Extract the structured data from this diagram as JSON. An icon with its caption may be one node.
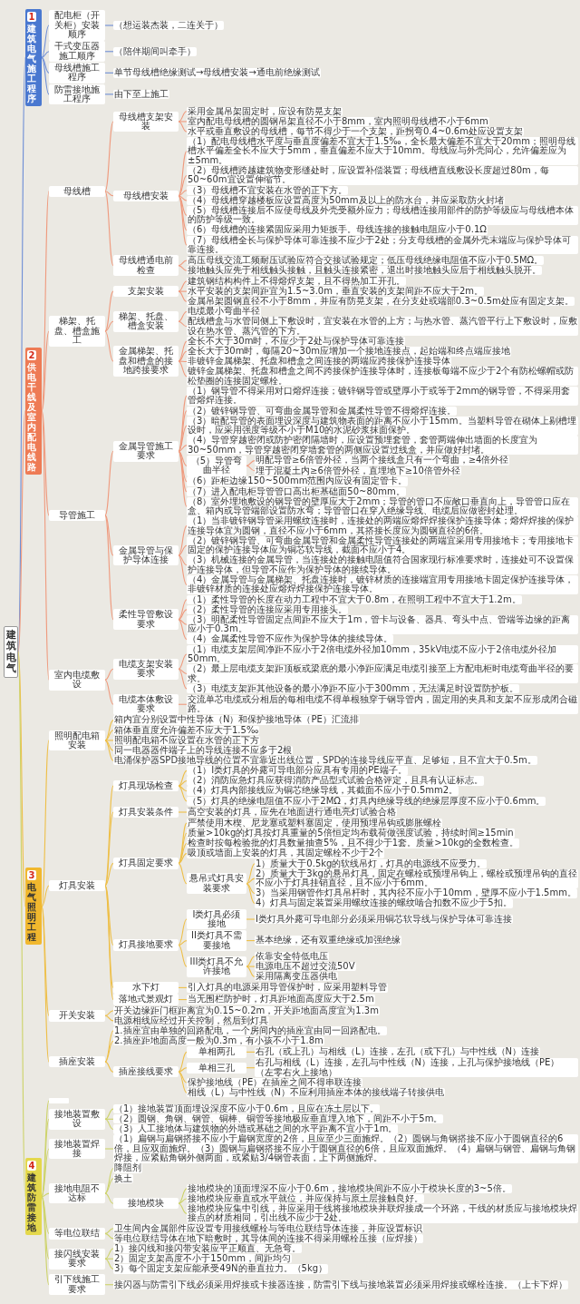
{
  "diagram": {
    "nodes": [
      {
        "text": [
          "建筑电气"
        ]
      },
      {
        "text": [
          "1",
          "建筑电气施工程序"
        ]
      },
      {
        "text": [
          "配电柜（开关柜）安装顺序"
        ]
      },
      {
        "text": [
          "（想运装杰装，二连关于）"
        ]
      },
      {
        "text": [
          "干式变压器施工顺序"
        ]
      },
      {
        "text": [
          "（陪伴期间叫牵手）"
        ]
      },
      {
        "text": [
          "母线槽施工程序"
        ]
      },
      {
        "text": [
          "单节母线槽绝缘测试→母线槽安装→通电前绝缘测试"
        ]
      },
      {
        "text": [
          "防雷接地施工程序"
        ]
      },
      {
        "text": [
          "由下至上施工"
        ]
      },
      {
        "text": [
          "2",
          "供电干线及室内配电线路"
        ]
      },
      {
        "text": [
          "母线槽"
        ]
      },
      {
        "text": [
          "母线槽支架安装"
        ]
      },
      {
        "text": [
          "采用金属吊架固定时，应设有防晃支架"
        ]
      },
      {
        "text": [
          "室内配电母线槽的圆钢吊架直径不小于8mm，室内照明母线槽不小于6mm"
        ]
      },
      {
        "text": [
          "水平或垂直敷设的母线槽，每节不得少于一个支架，距拐弯0.4~0.6m处应设置支架"
        ]
      },
      {
        "text": [
          "母线槽安装"
        ]
      },
      {
        "text": [
          "（1）配电母线槽水平度与垂直度偏差不宜大于1.5‰，全长最大偏差不宜大于20mm；照明母线槽水平偏差全长不应大于5mm，垂直偏差不应大于10mm。母线应与外壳同心，允许偏差应为±5mm。"
        ]
      },
      {
        "text": [
          "（2）母线槽跨越建筑物变形缝处时，应设置补偿装置；母线槽直线敷设长度超过80m，每50~60m宜设置伸缩节。"
        ]
      },
      {
        "text": [
          "（3）母线槽不宜安装在水管的正下方。"
        ]
      },
      {
        "text": [
          "（4）母线槽穿越楼板应设置高度为50mm及以上的防水台，并应采取防火封堵"
        ]
      },
      {
        "text": [
          "（5）母线槽连接后不应使母线及外壳受额外应力；母线槽连接用部件的防护等级应与母线槽本体的防护等级一致。"
        ]
      },
      {
        "text": [
          "（6）母线槽的连接紧固应采用力矩扳手。母线连接的接触电阻应小于0.1Ω"
        ]
      },
      {
        "text": [
          "（7）母线槽全长与保护导体可靠连接不应少于2处；分支母线槽的金属外壳末端应与保护导体可靠连接。"
        ]
      },
      {
        "text": [
          "母线槽通电前检查"
        ]
      },
      {
        "text": [
          "高压母线交流工频耐压试验应符合交接试验规定；低压母线绝缘电阻值不应小于0.5MΩ。"
        ]
      },
      {
        "text": [
          "接地触头应先于相线触头接触，且触头连接紧密，退出时接地触头应后于相线触头脱开。"
        ]
      },
      {
        "text": [
          "梯架、托盘、槽盒施工"
        ]
      },
      {
        "text": [
          "支架安装"
        ]
      },
      {
        "text": [
          "建筑钢结构构件上不得熔焊支架，且不得热加工开孔。"
        ]
      },
      {
        "text": [
          "水平安装的支架间距宜为1.5~3.0m，垂直安装的支架间距不应大于2m。"
        ]
      },
      {
        "text": [
          "金属吊架圆钢直径不小于8mm，并应有防晃支架，在分支处或端部0.3~0.5m处应有固定支架。"
        ]
      },
      {
        "text": [
          "梯架、托盘、槽盒安装"
        ]
      },
      {
        "text": [
          "电缆最小弯曲半径"
        ]
      },
      {
        "text": [
          "配线槽盒与水管同侧上下敷设时，宜安装在水管的上方；与热水管、蒸汽管平行上下敷设时，应敷设在热水管、蒸汽管的下方。"
        ]
      },
      {
        "text": [
          "金属梯架、托盘和槽盒的接地跨接要求"
        ]
      },
      {
        "text": [
          "全长不大于30m时，不应少于2处与保护导体可靠连接"
        ]
      },
      {
        "text": [
          "全长大于30m时，每隔20~30m应增加一个接地连接点，起始端和终点端应接地"
        ]
      },
      {
        "text": [
          "非镀锌金属梯架、托盘和槽盒之间连接的两端应跨接保护连接导体"
        ]
      },
      {
        "text": [
          "镀锌金属梯架、托盘和槽盒之间不跨接保护连接导体时，连接板每端不应少于2个有防松螺帽或防松垫圈的连接固定螺栓。"
        ]
      },
      {
        "text": [
          "导管施工"
        ]
      },
      {
        "text": [
          "金属导管施工要求"
        ]
      },
      {
        "text": [
          "（1）钢导管不得采用对口熔焊连接；镀锌钢导管或壁厚小于或等于2mm的钢导管，不得采用套管熔焊连接。"
        ]
      },
      {
        "text": [
          "（2）镀锌钢导管、可弯曲金属导管和金属柔性导管不得熔焊连接。"
        ]
      },
      {
        "text": [
          "（3）暗配导管的表面埋设深度与建筑物表面的距离不应小于15mm。当塑料导管在砌体上剔槽埋设时，应采用强度等级不小于M10的水泥砂浆抹面保护。"
        ]
      },
      {
        "text": [
          "（4）导管穿越密闭或防护密闭隔墙时，应设置预埋套管，套管两端伸出墙面的长度宜为30~50mm，导管穿越密闭穿墙套管的两侧应设置过线盒，并应做好封堵。"
        ]
      },
      {
        "text": [
          "（5）导管弯曲半径"
        ]
      },
      {
        "text": [
          "明配导管≥6倍管外径，当两个接线盒只有一个弯曲，≥4倍外径"
        ]
      },
      {
        "text": [
          "埋于混凝土内≥6倍管外径，直埋地下≥10倍管外径"
        ]
      },
      {
        "text": [
          "（6）距柜边缘150~500mm范围内应设有固定管卡。"
        ]
      },
      {
        "text": [
          "（7）进入配电柜导管管口高出柜基础面50~80mm。"
        ]
      },
      {
        "text": [
          "（8）室外埋地敷设的钢导管的壁厚应大于2mm；导管的管口不应敞口垂直向上，导管管口应在盒、箱内或导管端部设置防水弯；导管管口在穿入绝缘导线、电缆后应做密封处理。"
        ]
      },
      {
        "text": [
          "金属导管与保护导体连接"
        ]
      },
      {
        "text": [
          "（1）当非镀锌钢导管采用螺纹连接时，连接处的两端应熔焊焊接保护连接导体；熔焊焊接的保护连接导体宜为圆钢，直径不应小于6mm，其搭接长度应为圆钢直径的6倍。"
        ]
      },
      {
        "text": [
          "（2）镀锌钢导管、可弯曲金属导管和金属柔性导管连接处的两端宜采用专用接地卡；专用接地卡固定的保护连接导体应为铜芯软导线，截面不应小于4。"
        ]
      },
      {
        "text": [
          "（3）机械连接的金属导管，当连接处的接触电阻值符合国家现行标准要求时，连接处可不设置保护连接导体，但导管不应作为保护导体的接续导体。"
        ]
      },
      {
        "text": [
          "（4）金属导管与金属梯架、托盘连接时，镀锌材质的连接端宜用专用接地卡固定保护连接导体，非镀锌材质的连接处应熔焊焊接保护连接导体。"
        ]
      },
      {
        "text": [
          "柔性导管敷设要求"
        ]
      },
      {
        "text": [
          "（1）柔性导管的长度在动力工程中不宜大于0.8m，在照明工程中不宜大于1.2m。"
        ]
      },
      {
        "text": [
          "（2）柔性导管的连接应采用专用接头。"
        ]
      },
      {
        "text": [
          "（3）明配柔性导管固定点间距不应大于1m，管卡与设备、器具、弯头中点、管端等边缘的距离应小于0.3m。"
        ]
      },
      {
        "text": [
          "（4）金属柔性导管不应作为保护导体的接续导体。"
        ]
      },
      {
        "text": [
          "室内电缆敷设"
        ]
      },
      {
        "text": [
          "电缆支架安装要求"
        ]
      },
      {
        "text": [
          "（1）电缆支架层间净距不应小于2倍电缆外径加10mm，35kV电缆不应小于2倍电缆外径加50mm。"
        ]
      },
      {
        "text": [
          "（2）最上层电缆支架距顶板或梁底的最小净距应满足电缆引接至上方配电柜时电缆弯曲半径的要求。"
        ]
      },
      {
        "text": [
          "（3）电缆支架距其他设备的最小净距不应小于300mm，无法满足时设置防护板。"
        ]
      },
      {
        "text": [
          "电缆本体敷设要求"
        ]
      },
      {
        "text": [
          "交流单芯电缆或分相后的每相电缆不得单根独穿于钢导管内，固定用的夹具和支架不应形成闭合磁路。"
        ]
      },
      {
        "text": [
          "3",
          "电气照明工程"
        ]
      },
      {
        "text": [
          "照明配电箱安装"
        ]
      },
      {
        "text": [
          "箱内宜分别设置中性导体（N）和保护接地导体（PE）汇流排"
        ]
      },
      {
        "text": [
          "箱体垂直度允许偏差不应大于1.5‰"
        ]
      },
      {
        "text": [
          "照明配电箱不应设置在水管的正下方"
        ]
      },
      {
        "text": [
          "同一电器器件端子上的导线连接不应多于2根"
        ]
      },
      {
        "text": [
          "电涌保护器SPD接地导线的位置不宜靠近出线位置，SPD的连接导线应平直、足够短，且不宜大于0.5m。"
        ]
      },
      {
        "text": [
          "灯具安装"
        ]
      },
      {
        "text": [
          "灯具现场检查"
        ]
      },
      {
        "text": [
          "（1）I类灯具的外露可导电部分应具有专用的PE端子。"
        ]
      },
      {
        "text": [
          "（2）消防应急灯具应获得消防产品型式试验合格评定，且具有认证标志。"
        ]
      },
      {
        "text": [
          "（4）灯具内部接线应为铜芯绝缘导线，其截面不应小于0.5mm2。"
        ]
      },
      {
        "text": [
          "（5）灯具的绝缘电阻值不应小于2MΩ，灯具内绝缘导线的绝缘层厚度不应小于0.6mm。"
        ]
      },
      {
        "text": [
          "灯具安装条件"
        ]
      },
      {
        "text": [
          "高空安装的灯具，应先在地面进行通电亮灯试验合格"
        ]
      },
      {
        "text": [
          "灯具固定要求"
        ]
      },
      {
        "text": [
          "严禁使用木楔、尼龙塞或塑料塞固定，使用预埋吊钩或膨胀螺栓"
        ]
      },
      {
        "text": [
          "质量>10kg的灯具按灯具重量的5倍恒定均布载荷做强度试验，持续时间≥15min"
        ]
      },
      {
        "text": [
          "检查时按每检验批的灯具数量抽查5%，且不得少于1套。质量>10kg的全数检查。"
        ]
      },
      {
        "text": [
          "吸顶或墙面上安装的灯具，其固定螺栓不少于2个"
        ]
      },
      {
        "text": [
          "悬吊式灯具安装要求"
        ]
      },
      {
        "text": [
          "1）质量大于0.5kg的软线吊灯，灯具的电源线不应受力。"
        ]
      },
      {
        "text": [
          "2）质量大于3kg的悬吊灯具，固定在螺栓或预埋吊钩上，螺栓或预埋吊钩的直径不应小于灯具挂销直径，且不应小于6mm。"
        ]
      },
      {
        "text": [
          "3）当采用钢管作灯具吊杆时，其内径不应小于10mm，壁厚不应小于1.5mm。"
        ]
      },
      {
        "text": [
          "4）灯具与固定装置采用螺纹连接的螺纹啮合扣数不应少于5扣。"
        ]
      },
      {
        "text": [
          "灯具接地要求"
        ]
      },
      {
        "text": [
          "I类灯具必须接地"
        ]
      },
      {
        "text": [
          "I类灯具外露可导电部分必须采用铜芯软导线与保护导体可靠连接"
        ]
      },
      {
        "text": [
          "II类灯具不需要接地"
        ]
      },
      {
        "text": [
          "基本绝缘，还有双重绝缘或加强绝缘"
        ]
      },
      {
        "text": [
          "III类灯具不允许接地"
        ]
      },
      {
        "text": [
          "依靠安全特低电压"
        ]
      },
      {
        "text": [
          "电源电压不超过交流50V"
        ]
      },
      {
        "text": [
          "采用隔离变压器供电"
        ]
      },
      {
        "text": [
          "水下灯"
        ]
      },
      {
        "text": [
          "引入灯具的电源采用导管保护时，应采用塑料导管"
        ]
      },
      {
        "text": [
          "落地式景观灯"
        ]
      },
      {
        "text": [
          "当无围栏防护时，灯具距地面高度应大于2.5m"
        ]
      },
      {
        "text": [
          "开关安装"
        ]
      },
      {
        "text": [
          "开关边缘距门框距离宜为0.15~0.2m，开关距地面高度宜为1.3m"
        ]
      },
      {
        "text": [
          "电源相线应经过开关控制，然后到灯具"
        ]
      },
      {
        "text": [
          "插座安装"
        ]
      },
      {
        "text": [
          "1.插座宜由单独的回路配电，一个房间内的插座宜由同一回路配电。"
        ]
      },
      {
        "text": [
          "2.插座距地面高度一般为0.3m，有小孩不小于1.8m"
        ]
      },
      {
        "text": [
          "插座接线要求"
        ]
      },
      {
        "text": [
          "单相两孔"
        ]
      },
      {
        "text": [
          "右孔（或上孔）与相线（L）连接，左孔（或下孔）与中性线（N）连接"
        ]
      },
      {
        "text": [
          "单相三孔"
        ]
      },
      {
        "text": [
          "右孔与相线（L）连接，左孔与中性线（N）连接，上孔与保护接地线（PE）（左零右火上接地）"
        ]
      },
      {
        "text": [
          "保护接地线（PE）在插座之间不得串联连接"
        ]
      },
      {
        "text": [
          "相线（L）与中性线（N）不应利用插座本体的接线端子转接供电"
        ]
      },
      {
        "text": [
          "4",
          "建筑防雷接地"
        ]
      },
      {
        "text": [],
        "shape": "box"
      },
      {
        "text": [
          "接地装置敷设"
        ]
      },
      {
        "text": [
          "（1）接地装置顶面埋设深度不应小于0.6m，且应在冻土层以下。"
        ]
      },
      {
        "text": [
          "（2）圆钢、角钢、钢管、铜棒、铜管等接地极应垂直埋入地下，间距不小于5m。"
        ]
      },
      {
        "text": [
          "（3）人工接地体与建筑物的外墙或基础之间的水平距离不宜小于1m。"
        ]
      },
      {
        "text": [
          "接地装置焊接"
        ]
      },
      {
        "text": [
          "（1）扁钢与扁钢搭接不应小于扁钢宽度的2倍，且应至少三面施焊。（2）圆钢与角钢搭接不应小于圆钢直径的6倍，且应双面施焊。（3）圆钢与扁钢搭接不应小于圆钢直径的6倍，且应双面施焊。（4）扁钢与钢管、扁钢与角钢焊接，应紧贴角钢外侧两面，或紧贴3/4钢管表面，上下两侧施焊。"
        ]
      },
      {
        "text": [
          "接地电阻不达标"
        ]
      },
      {
        "text": [
          "降阻剂"
        ]
      },
      {
        "text": [
          "换土"
        ]
      },
      {
        "text": [
          "接地模块"
        ]
      },
      {
        "text": [
          "接地模块的顶面埋深不应小于0.6m，接地模块间距不应小于模块长度的3~5倍。"
        ]
      },
      {
        "text": [
          "接地模块应垂直或水平就位，并应保持与原土层接触良好。"
        ]
      },
      {
        "text": [
          "接地模块应集中引线，并应采用干线将接地模块并联焊接成一个环路，干线的材质应与接地模块焊接点的材质相同，引出线不应少于2处。"
        ]
      },
      {
        "text": [
          "等电位联结"
        ]
      },
      {
        "text": [
          "卫生间内金属部件应设置专用接线螺栓与等电位联结导体连接，并应设置标识"
        ]
      },
      {
        "text": [
          "等电位联结导体在地下暗敷时，其导体间的连接不得采用螺栓压接（应焊接）"
        ]
      },
      {
        "text": [
          "接闪线安装要求"
        ]
      },
      {
        "text": [
          "1）接闪线和接闪带安装应平正顺直、无急弯。"
        ]
      },
      {
        "text": [
          "2）固定支架高度不小于150mm，间距均匀"
        ]
      },
      {
        "text": [
          "3）每个固定支架应能承受49N的垂直拉力。（5kg）"
        ]
      },
      {
        "text": [
          "引下线施工要求"
        ]
      },
      {
        "text": [
          "接闪器与防雷引下线必须采用焊接或卡接器连接，防雷引下线与接地装置必须采用焊接或螺栓连接。（上卡下焊）"
        ]
      }
    ],
    "edges": [
      {
        "from": 0,
        "to": 1,
        "arrow": "none",
        "color": "#6f8fd6"
      },
      {
        "from": 1,
        "to": 2,
        "arrow": "none",
        "color": "#6f8fd6"
      },
      {
        "from": 2,
        "to": 3,
        "arrow": "none",
        "color": "#6f8fd6"
      },
      {
        "from": 1,
        "to": 4,
        "arrow": "none",
        "color": "#6f8fd6"
      },
      {
        "from": 4,
        "to": 5,
        "arrow": "none",
        "color": "#6f8fd6"
      },
      {
        "from": 1,
        "to": 6,
        "arrow": "none",
        "color": "#6f8fd6"
      },
      {
        "from": 6,
        "to": 7,
        "arrow": "none",
        "color": "#6f8fd6"
      },
      {
        "from": 1,
        "to": 8,
        "arrow": "none",
        "color": "#6f8fd6"
      },
      {
        "from": 8,
        "to": 9,
        "arrow": "none",
        "color": "#6f8fd6"
      },
      {
        "from": 0,
        "to": 10,
        "arrow": "none"
      },
      {
        "from": 10,
        "to": 11,
        "arrow": "none"
      },
      {
        "from": 11,
        "to": 12,
        "arrow": "none"
      },
      {
        "from": 12,
        "to": 13,
        "arrow": "none"
      },
      {
        "from": 12,
        "to": 14,
        "arrow": "none"
      },
      {
        "from": 12,
        "to": 15,
        "arrow": "none"
      },
      {
        "from": 11,
        "to": 16,
        "arrow": "none"
      },
      {
        "from": 16,
        "to": 17,
        "arrow": "none"
      },
      {
        "from": 16,
        "to": 18,
        "arrow": "none"
      },
      {
        "from": 16,
        "to": 19,
        "arrow": "none"
      },
      {
        "from": 16,
        "to": 20,
        "arrow": "none"
      },
      {
        "from": 16,
        "to": 21,
        "arrow": "none"
      },
      {
        "from": 16,
        "to": 22,
        "arrow": "none"
      },
      {
        "from": 16,
        "to": 23,
        "arrow": "none"
      },
      {
        "from": 11,
        "to": 24,
        "arrow": "none"
      },
      {
        "from": 24,
        "to": 25,
        "arrow": "none"
      },
      {
        "from": 24,
        "to": 26,
        "arrow": "none"
      },
      {
        "from": 10,
        "to": 27,
        "arrow": "none"
      },
      {
        "from": 27,
        "to": 28,
        "arrow": "none"
      },
      {
        "from": 28,
        "to": 29,
        "arrow": "none"
      },
      {
        "from": 28,
        "to": 30,
        "arrow": "none"
      },
      {
        "from": 28,
        "to": 31,
        "arrow": "none"
      },
      {
        "from": 27,
        "to": 32,
        "arrow": "none"
      },
      {
        "from": 32,
        "to": 33,
        "arrow": "none"
      },
      {
        "from": 32,
        "to": 34,
        "arrow": "none"
      },
      {
        "from": 27,
        "to": 35,
        "arrow": "none"
      },
      {
        "from": 35,
        "to": 36,
        "arrow": "none"
      },
      {
        "from": 35,
        "to": 37,
        "arrow": "none"
      },
      {
        "from": 35,
        "to": 38,
        "arrow": "none"
      },
      {
        "from": 35,
        "to": 39,
        "arrow": "none"
      },
      {
        "from": 10,
        "to": 40,
        "arrow": "none"
      },
      {
        "from": 40,
        "to": 41,
        "arrow": "none"
      },
      {
        "from": 41,
        "to": 42,
        "arrow": "none"
      },
      {
        "from": 41,
        "to": 43,
        "arrow": "none"
      },
      {
        "from": 41,
        "to": 44,
        "arrow": "none"
      },
      {
        "from": 41,
        "to": 45,
        "arrow": "none"
      },
      {
        "from": 41,
        "to": 46,
        "arrow": "none"
      },
      {
        "from": 46,
        "to": 47,
        "arrow": "none"
      },
      {
        "from": 46,
        "to": 48,
        "arrow": "none"
      },
      {
        "from": 41,
        "to": 49,
        "arrow": "none"
      },
      {
        "from": 41,
        "to": 50,
        "arrow": "none"
      },
      {
        "from": 41,
        "to": 51,
        "arrow": "none"
      },
      {
        "from": 40,
        "to": 52,
        "arrow": "none"
      },
      {
        "from": 52,
        "to": 53,
        "arrow": "none"
      },
      {
        "from": 52,
        "to": 54,
        "arrow": "none"
      },
      {
        "from": 52,
        "to": 55,
        "arrow": "none"
      },
      {
        "from": 52,
        "to": 56,
        "arrow": "none"
      },
      {
        "from": 40,
        "to": 57,
        "arrow": "none"
      },
      {
        "from": 57,
        "to": 58,
        "arrow": "none"
      },
      {
        "from": 57,
        "to": 59,
        "arrow": "none"
      },
      {
        "from": 57,
        "to": 60,
        "arrow": "none"
      },
      {
        "from": 57,
        "to": 61,
        "arrow": "none"
      },
      {
        "from": 10,
        "to": 62,
        "arrow": "none"
      },
      {
        "from": 62,
        "to": 63,
        "arrow": "none"
      },
      {
        "from": 63,
        "to": 64,
        "arrow": "none"
      },
      {
        "from": 63,
        "to": 65,
        "arrow": "none"
      },
      {
        "from": 63,
        "to": 66,
        "arrow": "none"
      },
      {
        "from": 62,
        "to": 67,
        "arrow": "none"
      },
      {
        "from": 67,
        "to": 68,
        "arrow": "none"
      },
      {
        "from": 0,
        "to": 69,
        "arrow": "none",
        "color": "#eebf48"
      },
      {
        "from": 69,
        "to": 70,
        "arrow": "none",
        "color": "#eebf48"
      },
      {
        "from": 70,
        "to": 71,
        "arrow": "none",
        "color": "#eebf48"
      },
      {
        "from": 70,
        "to": 72,
        "arrow": "none",
        "color": "#eebf48"
      },
      {
        "from": 70,
        "to": 73,
        "arrow": "none",
        "color": "#eebf48"
      },
      {
        "from": 70,
        "to": 74,
        "arrow": "none",
        "color": "#eebf48"
      },
      {
        "from": 70,
        "to": 75,
        "arrow": "none",
        "color": "#eebf48"
      },
      {
        "from": 69,
        "to": 76,
        "arrow": "none",
        "color": "#eebf48"
      },
      {
        "from": 76,
        "to": 77,
        "arrow": "none",
        "color": "#eebf48"
      },
      {
        "from": 77,
        "to": 78,
        "arrow": "none",
        "color": "#eebf48"
      },
      {
        "from": 77,
        "to": 79,
        "arrow": "none",
        "color": "#eebf48"
      },
      {
        "from": 77,
        "to": 80,
        "arrow": "none",
        "color": "#eebf48"
      },
      {
        "from": 77,
        "to": 81,
        "arrow": "none",
        "color": "#eebf48"
      },
      {
        "from": 76,
        "to": 82,
        "arrow": "none",
        "color": "#eebf48"
      },
      {
        "from": 82,
        "to": 83,
        "arrow": "none",
        "color": "#eebf48"
      },
      {
        "from": 76,
        "to": 84,
        "arrow": "none",
        "color": "#eebf48"
      },
      {
        "from": 84,
        "to": 85,
        "arrow": "none",
        "color": "#eebf48"
      },
      {
        "from": 84,
        "to": 86,
        "arrow": "none",
        "color": "#eebf48"
      },
      {
        "from": 84,
        "to": 87,
        "arrow": "none",
        "color": "#eebf48"
      },
      {
        "from": 84,
        "to": 88,
        "arrow": "none",
        "color": "#eebf48"
      },
      {
        "from": 84,
        "to": 89,
        "arrow": "none",
        "color": "#eebf48"
      },
      {
        "from": 89,
        "to": 90,
        "arrow": "none",
        "color": "#eebf48"
      },
      {
        "from": 89,
        "to": 91,
        "arrow": "none",
        "color": "#eebf48"
      },
      {
        "from": 89,
        "to": 92,
        "arrow": "none",
        "color": "#eebf48"
      },
      {
        "from": 89,
        "to": 93,
        "arrow": "none",
        "color": "#eebf48"
      },
      {
        "from": 76,
        "to": 94,
        "arrow": "none",
        "color": "#eebf48"
      },
      {
        "from": 94,
        "to": 95,
        "arrow": "none",
        "color": "#eebf48"
      },
      {
        "from": 95,
        "to": 96,
        "arrow": "none",
        "color": "#eebf48"
      },
      {
        "from": 94,
        "to": 97,
        "arrow": "none",
        "color": "#eebf48"
      },
      {
        "from": 97,
        "to": 98,
        "arrow": "none",
        "color": "#eebf48"
      },
      {
        "from": 94,
        "to": 99,
        "arrow": "none",
        "color": "#eebf48"
      },
      {
        "from": 99,
        "to": 100,
        "arrow": "none",
        "color": "#eebf48"
      },
      {
        "from": 99,
        "to": 101,
        "arrow": "none",
        "color": "#eebf48"
      },
      {
        "from": 99,
        "to": 102,
        "arrow": "none",
        "color": "#eebf48"
      },
      {
        "from": 76,
        "to": 103,
        "arrow": "none",
        "color": "#eebf48"
      },
      {
        "from": 103,
        "to": 104,
        "arrow": "none",
        "color": "#eebf48"
      },
      {
        "from": 76,
        "to": 105,
        "arrow": "none",
        "color": "#eebf48"
      },
      {
        "from": 105,
        "to": 106,
        "arrow": "none",
        "color": "#eebf48"
      },
      {
        "from": 69,
        "to": 107,
        "arrow": "none",
        "color": "#eebf48"
      },
      {
        "from": 107,
        "to": 108,
        "arrow": "none",
        "color": "#eebf48"
      },
      {
        "from": 107,
        "to": 109,
        "arrow": "none",
        "color": "#eebf48"
      },
      {
        "from": 69,
        "to": 110,
        "arrow": "none",
        "color": "#eebf48"
      },
      {
        "from": 110,
        "to": 111,
        "arrow": "none",
        "color": "#eebf48"
      },
      {
        "from": 110,
        "to": 112,
        "arrow": "none",
        "color": "#eebf48"
      },
      {
        "from": 110,
        "to": 113,
        "arrow": "none",
        "color": "#eebf48"
      },
      {
        "from": 113,
        "to": 114,
        "arrow": "none",
        "color": "#eebf48"
      },
      {
        "from": 114,
        "to": 115,
        "arrow": "none",
        "color": "#eebf48"
      },
      {
        "from": 113,
        "to": 116,
        "arrow": "none",
        "color": "#eebf48"
      },
      {
        "from": 116,
        "to": 117,
        "arrow": "none",
        "color": "#eebf48"
      },
      {
        "from": 113,
        "to": 118,
        "arrow": "none",
        "color": "#eebf48"
      },
      {
        "from": 113,
        "to": 119,
        "arrow": "none",
        "color": "#eebf48"
      },
      {
        "from": 0,
        "to": 120,
        "arrow": "none",
        "color": "#cdd36a"
      },
      {
        "from": 120,
        "to": 121,
        "arrow": "none",
        "color": "#cdd36a"
      },
      {
        "from": 120,
        "to": 122,
        "arrow": "none",
        "color": "#cdd36a"
      },
      {
        "from": 122,
        "to": 123,
        "arrow": "none",
        "color": "#cdd36a"
      },
      {
        "from": 122,
        "to": 124,
        "arrow": "none",
        "color": "#cdd36a"
      },
      {
        "from": 122,
        "to": 125,
        "arrow": "none",
        "color": "#cdd36a"
      },
      {
        "from": 120,
        "to": 126,
        "arrow": "none",
        "color": "#cdd36a"
      },
      {
        "from": 126,
        "to": 127,
        "arrow": "none",
        "color": "#cdd36a"
      },
      {
        "from": 120,
        "to": 128,
        "arrow": "none",
        "color": "#cdd36a"
      },
      {
        "from": 128,
        "to": 129,
        "arrow": "none",
        "color": "#cdd36a"
      },
      {
        "from": 128,
        "to": 130,
        "arrow": "none",
        "color": "#cdd36a"
      },
      {
        "from": 128,
        "to": 131,
        "arrow": "none",
        "color": "#cdd36a"
      },
      {
        "from": 131,
        "to": 132,
        "arrow": "none",
        "color": "#cdd36a"
      },
      {
        "from": 131,
        "to": 133,
        "arrow": "none",
        "color": "#cdd36a"
      },
      {
        "from": 131,
        "to": 134,
        "arrow": "none",
        "color": "#cdd36a"
      },
      {
        "from": 120,
        "to": 135,
        "arrow": "none",
        "color": "#cdd36a"
      },
      {
        "from": 135,
        "to": 136,
        "arrow": "none",
        "color": "#cdd36a"
      },
      {
        "from": 135,
        "to": 137,
        "arrow": "none",
        "color": "#cdd36a"
      },
      {
        "from": 120,
        "to": 138,
        "arrow": "none",
        "color": "#cdd36a"
      },
      {
        "from": 138,
        "to": 139,
        "arrow": "none",
        "color": "#cdd36a"
      },
      {
        "from": 138,
        "to": 140,
        "arrow": "none",
        "color": "#cdd36a"
      },
      {
        "from": 138,
        "to": 141,
        "arrow": "none",
        "color": "#cdd36a"
      },
      {
        "from": 120,
        "to": 142,
        "arrow": "none",
        "color": "#cdd36a"
      },
      {
        "from": 142,
        "to": 143,
        "arrow": "none",
        "color": "#cdd36a"
      }
    ]
  }
}
